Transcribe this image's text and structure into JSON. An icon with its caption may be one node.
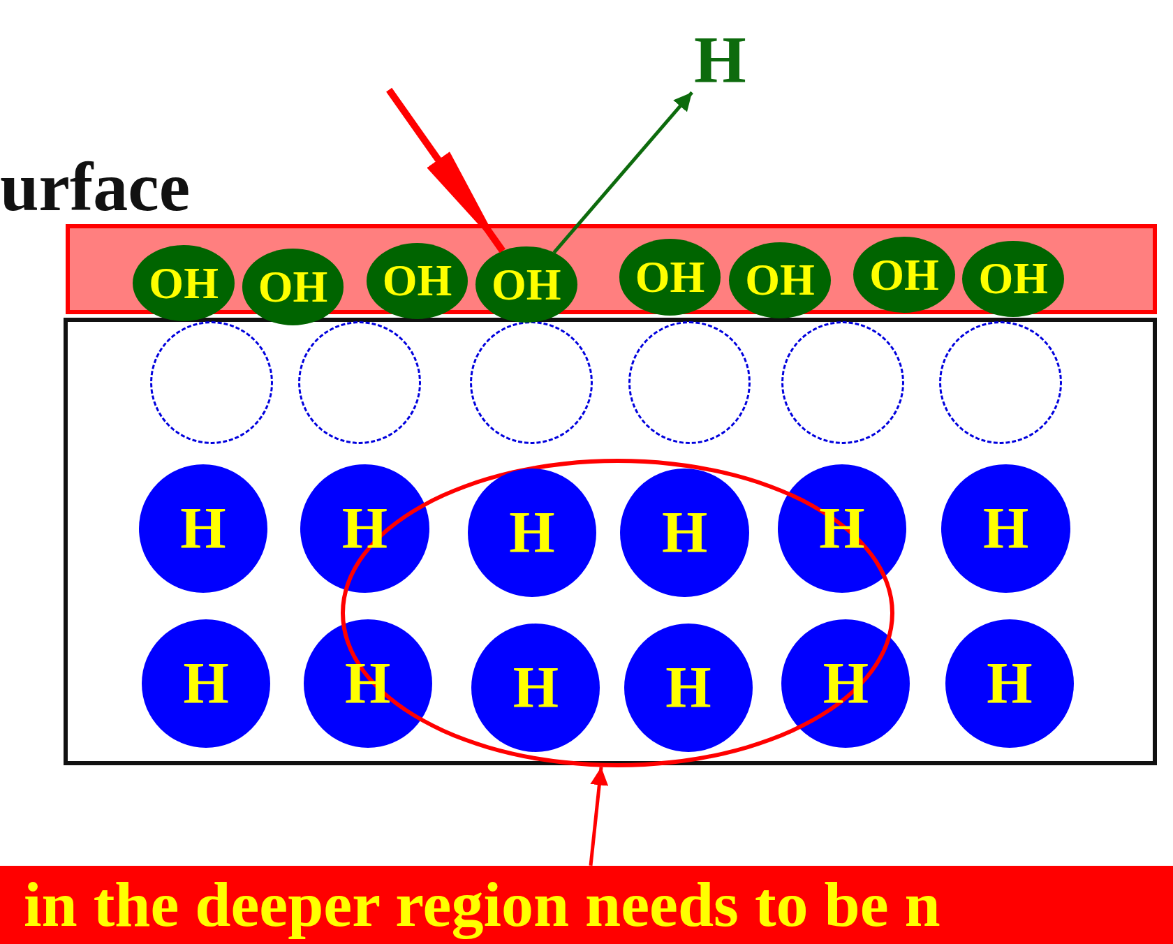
{
  "diagram": {
    "nodes": [
      {
        "text": [
          "H"
        ]
      },
      {
        "text": [],
        "shape": "bar"
      },
      {
        "text": [
          "OH"
        ],
        "in": 1
      },
      {
        "text": [
          "OH"
        ],
        "in": 1
      },
      {
        "text": [
          "OH"
        ],
        "in": 1
      },
      {
        "text": [
          "OH"
        ],
        "in": 1
      },
      {
        "text": [
          "OH"
        ],
        "in": 1
      },
      {
        "text": [
          "OH"
        ],
        "in": 1
      },
      {
        "text": [
          "OH"
        ],
        "in": 1
      },
      {
        "text": [
          "OH"
        ],
        "in": 1
      },
      {
        "text": [],
        "shape": "box"
      },
      {
        "text": [],
        "shape": "circle",
        "in": 10
      },
      {
        "text": [],
        "shape": "circle",
        "in": 10
      },
      {
        "text": [],
        "shape": "circle",
        "in": 10
      },
      {
        "text": [],
        "shape": "circle",
        "in": 10
      },
      {
        "text": [],
        "shape": "circle",
        "in": 10
      },
      {
        "text": [],
        "shape": "circle",
        "in": 10
      },
      {
        "text": [],
        "shape": "circle",
        "in": 10
      },
      {
        "text": [
          "H"
        ],
        "in": 10
      },
      {
        "text": [
          "H"
        ],
        "in": 10
      },
      {
        "text": [
          "H"
        ],
        "in": 17
      },
      {
        "text": [
          "H"
        ],
        "in": 17
      },
      {
        "text": [
          "H"
        ],
        "in": 10
      },
      {
        "text": [
          "H"
        ],
        "in": 10
      },
      {
        "text": [
          "H"
        ],
        "in": 10
      },
      {
        "text": [
          "H"
        ],
        "in": 10
      },
      {
        "text": [
          "H"
        ],
        "in": 17
      },
      {
        "text": [
          "H"
        ],
        "in": 17
      },
      {
        "text": [
          "H"
        ],
        "in": 10
      },
      {
        "text": [
          "H"
        ],
        "in": 10
      },
      {
        "text": [
          "in the deeper region needs to be n"
        ]
      }
    ],
    "edges": [
      {
        "from": 5,
        "to": 0,
        "arrow": "to",
        "color": "#0d6b0d"
      },
      {
        "from": null,
        "to": 5,
        "arrow": "to",
        "style": "thick",
        "color": "#ff0000"
      },
      {
        "from": 30,
        "to": 17,
        "arrow": "to",
        "color": "#ff0000"
      }
    ],
    "labels": [
      "urface"
    ]
  }
}
